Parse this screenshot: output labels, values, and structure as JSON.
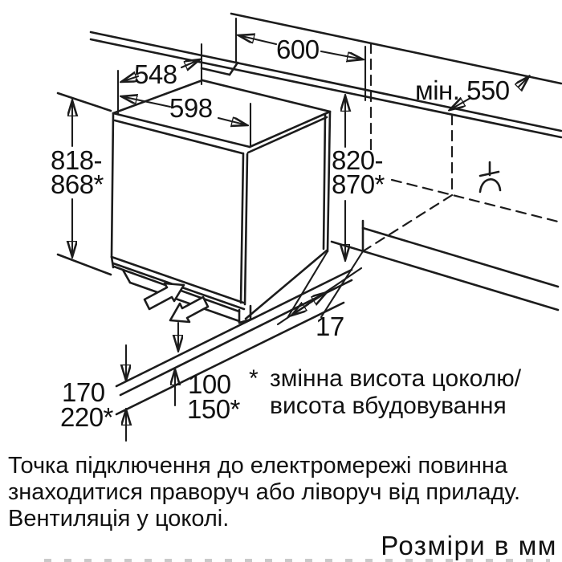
{
  "colors": {
    "line": "#1c1c1c",
    "background": "#ffffff",
    "text": "#111111"
  },
  "dimensions": {
    "niche_width": "600",
    "top_depth": "548",
    "appliance_width": "598",
    "min_niche_depth": "мін. 550",
    "appliance_height": {
      "line1": "818-",
      "line2": "868*"
    },
    "niche_height": {
      "line1": "820-",
      "line2": "870*"
    },
    "side_gap": "17",
    "plinth_height": {
      "line1": "170",
      "line2": "220*"
    },
    "vent_height": {
      "line1": "100",
      "line2": "150*"
    }
  },
  "footnote": {
    "star": "*",
    "line1": "змінна висота цоколю/",
    "line2": "висота вбудовування"
  },
  "notes": {
    "line1": "Точка підключення до електромережі повинна",
    "line2": "знаходитися праворуч або ліворуч від приладу.",
    "line3": "Вентиляція у цоколі."
  },
  "units_label": "Розміри в мм"
}
